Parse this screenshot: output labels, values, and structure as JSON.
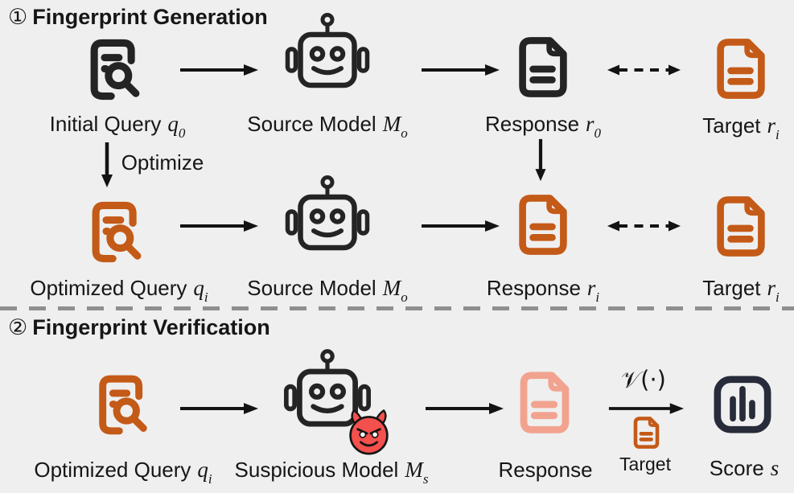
{
  "colors": {
    "background": "#efefef",
    "ink": "#161616",
    "dark_icon": "#242424",
    "orange": "#c45a17",
    "salmon": "#f2a38f",
    "navy": "#272b3a",
    "devil_red": "#f4504e",
    "arrow": "#131313",
    "divider": "#8f8f8f"
  },
  "generation": {
    "heading_num": "①",
    "heading_text": "Fingerprint Generation",
    "optimize_label": "Optimize",
    "row1": {
      "query": {
        "label": "Initial Query",
        "var": "q",
        "sub": "0"
      },
      "model": {
        "label": "Source Model",
        "var": "M",
        "sub": "o"
      },
      "response": {
        "label": "Response",
        "var": "r",
        "sub": "0"
      },
      "target": {
        "label": "Target",
        "var": "r",
        "sub": "i"
      }
    },
    "row2": {
      "query": {
        "label": "Optimized Query",
        "var": "q",
        "sub": "i"
      },
      "model": {
        "label": "Source Model",
        "var": "M",
        "sub": "o"
      },
      "response": {
        "label": "Response",
        "var": "r",
        "sub": "i"
      },
      "target": {
        "label": "Target",
        "var": "r",
        "sub": "i"
      }
    }
  },
  "verification": {
    "heading_num": "②",
    "heading_text": "Fingerprint Verification",
    "query": {
      "label": "Optimized Query",
      "var": "q",
      "sub": "i"
    },
    "model": {
      "label": "Suspicious Model",
      "var": "M",
      "sub": "s"
    },
    "response": {
      "label": "Response"
    },
    "verifier_function": "𝒱(·)",
    "target_label": "Target",
    "score": {
      "label": "Score",
      "var": "s"
    }
  },
  "icons": {
    "query": "document-with-magnifier",
    "model": "robot-face",
    "response": "document-text",
    "target": "document-text",
    "suspicious_overlay": "devil-face",
    "score": "bar-chart"
  }
}
